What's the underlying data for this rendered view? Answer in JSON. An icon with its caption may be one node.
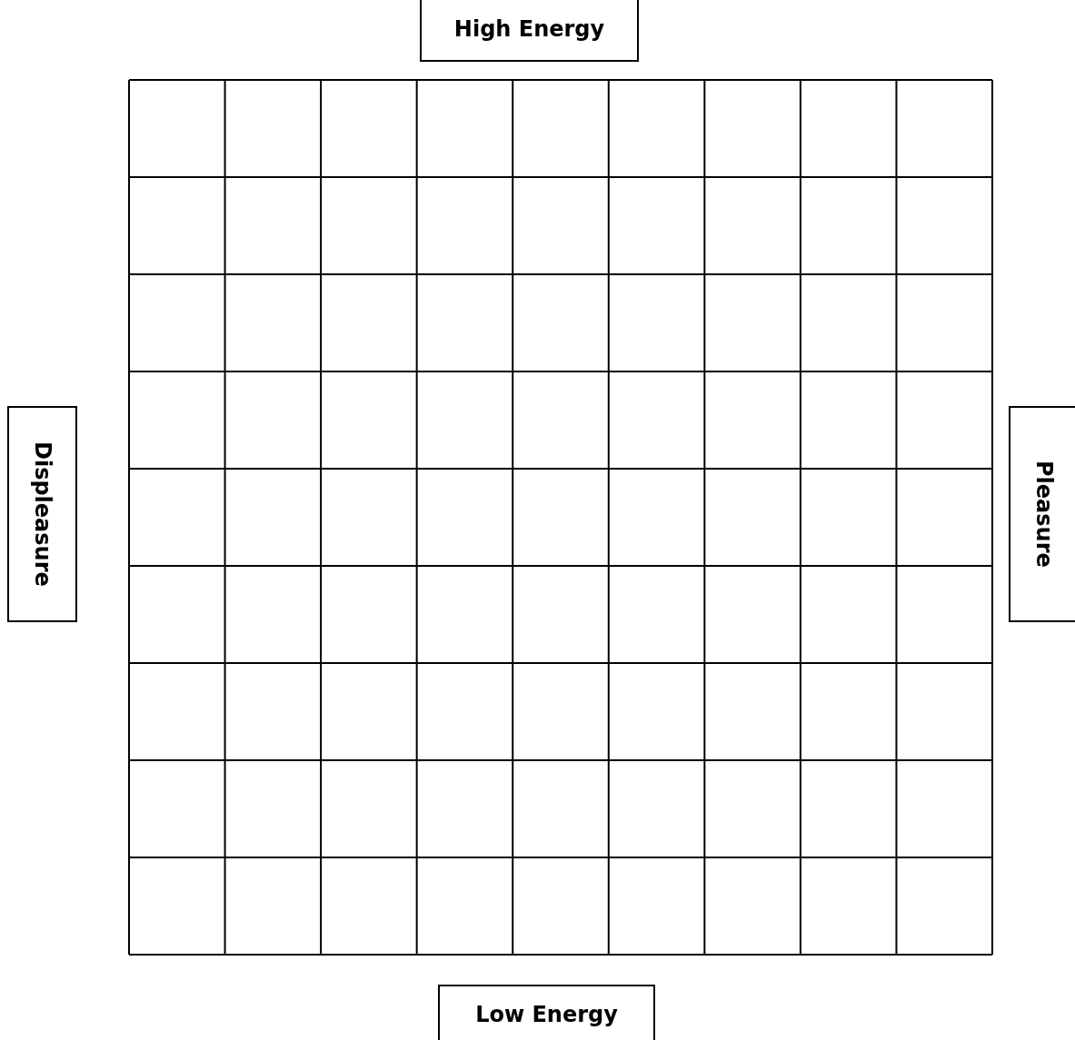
{
  "diagram": {
    "nodes": [
      {
        "text": [
          "High Energy"
        ]
      },
      {
        "text": [
          "Displeasure"
        ]
      },
      {
        "text": [
          "Pleasure"
        ]
      },
      {
        "text": [
          "Low Energy"
        ]
      }
    ]
  }
}
